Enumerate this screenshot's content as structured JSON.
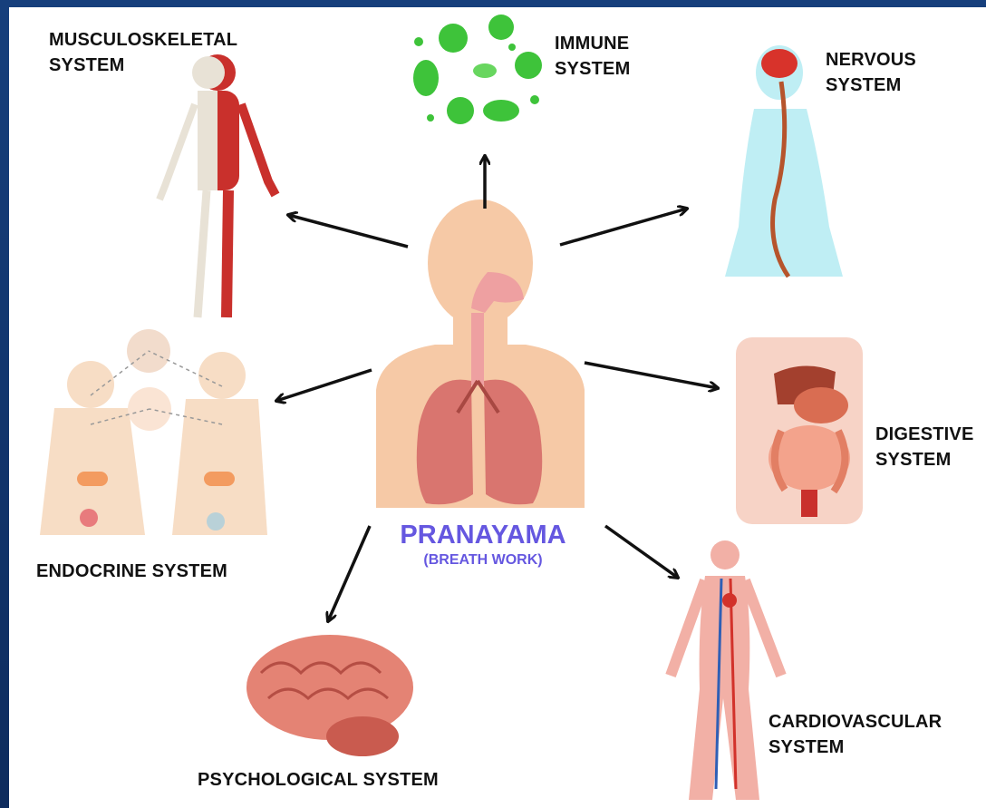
{
  "center": {
    "title": "PRANAYAMA",
    "subtitle": "(BREATH WORK)"
  },
  "systems": [
    {
      "id": "musculoskeletal",
      "line1": "MUSCULOSKELETAL",
      "line2": "SYSTEM"
    },
    {
      "id": "immune",
      "line1": "IMMUNE",
      "line2": "SYSTEM"
    },
    {
      "id": "nervous",
      "line1": "NERVOUS",
      "line2": "SYSTEM"
    },
    {
      "id": "digestive",
      "line1": "DIGESTIVE",
      "line2": "SYSTEM"
    },
    {
      "id": "cardiovascular",
      "line1": "CARDIOVASCULAR",
      "line2": "SYSTEM"
    },
    {
      "id": "psychological",
      "line1": "PSYCHOLOGICAL SYSTEM",
      "line2": ""
    },
    {
      "id": "endocrine",
      "line1": "ENDOCRINE SYSTEM",
      "line2": ""
    }
  ],
  "colors": {
    "background_frame": "#163f7c",
    "panel": "#ffffff",
    "label_text": "#111111",
    "center_text": "#6557e0",
    "arrow": "#111111",
    "skin": "#f6c9a6",
    "lungs": "#d9756f",
    "muscle": "#c9302c",
    "bone": "#e8e2d6",
    "germ": "#3ec33a",
    "nerve_body": "#8fdfe9",
    "brain": "#e48374",
    "vein": "#2f5fb5",
    "artery": "#d2322b"
  },
  "icons": [
    "lungs-icon",
    "skeleton-muscle-icon",
    "germs-icon",
    "nervous-body-icon",
    "digestive-organs-icon",
    "circulatory-body-icon",
    "brain-icon",
    "endocrine-figures-icon"
  ]
}
